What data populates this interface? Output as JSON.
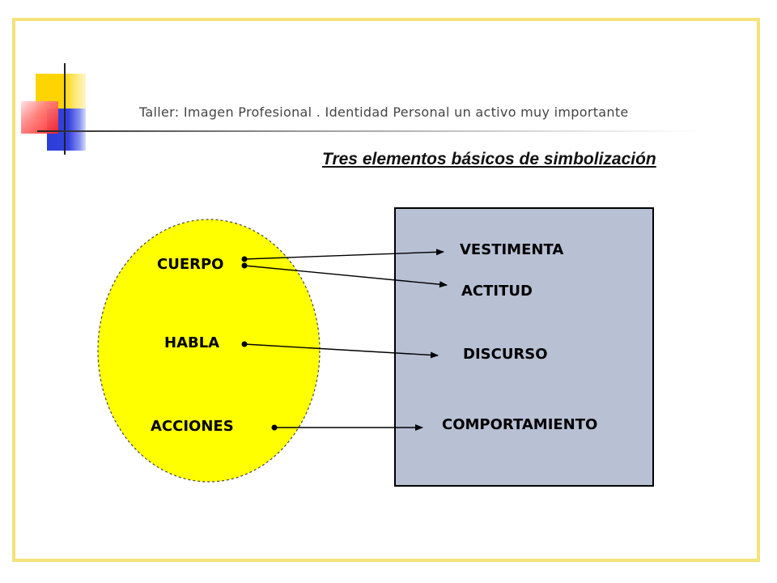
{
  "header": {
    "title": "Taller:  Imagen Profesional . Identidad Personal un activo muy importante"
  },
  "subtitle": "Tres elementos básicos de simbolización",
  "colors": {
    "ellipse_fill": "#ffff00",
    "box_fill": "#b8c0d4",
    "frame_border": "#f5e27a"
  },
  "diagram": {
    "left_items": {
      "cuerpo": "CUERPO",
      "habla": "HABLA",
      "acciones": "ACCIONES"
    },
    "right_items": {
      "vestimenta": "VESTIMENTA",
      "actitud": "ACTITUD",
      "discurso": "DISCURSO",
      "comportamiento": "COMPORTAMIENTO"
    },
    "connections": [
      {
        "from": "CUERPO",
        "to": "VESTIMENTA"
      },
      {
        "from": "CUERPO",
        "to": "ACTITUD"
      },
      {
        "from": "HABLA",
        "to": "DISCURSO"
      },
      {
        "from": "ACCIONES",
        "to": "COMPORTAMIENTO"
      }
    ]
  }
}
